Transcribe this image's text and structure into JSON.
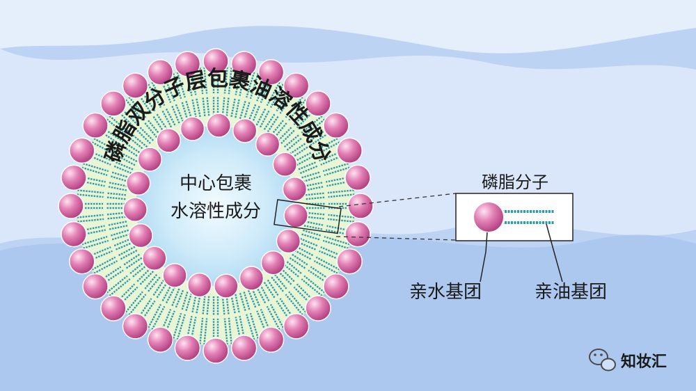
{
  "arc_text": "磷脂双分子层包裹油溶性成分",
  "center_text": [
    "中心包裹",
    "水溶性成分"
  ],
  "detail_title": "磷脂分子",
  "hydrophilic_label": "亲水基团",
  "lipophilic_label": "亲油基团",
  "watermark": "知妆汇",
  "colors": {
    "background": "#cfe0f7",
    "head": "#d9679f",
    "tail": "#2e9ba8",
    "membrane": "#e9f6d6",
    "core": "#b7ddf5"
  }
}
